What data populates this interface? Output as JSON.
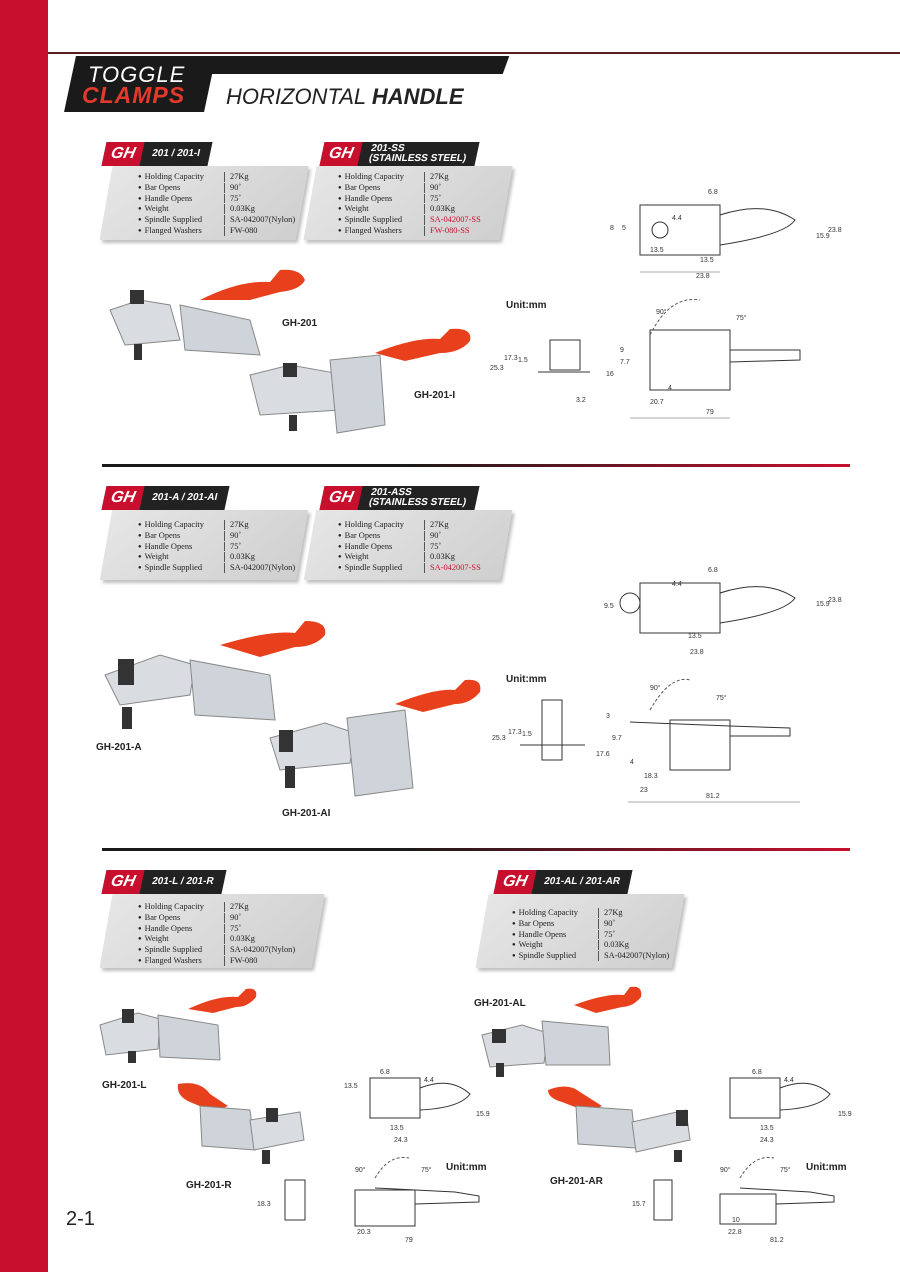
{
  "brand": {
    "line1": "TOGGLE",
    "line2": "CLAMPS"
  },
  "headline": {
    "light": "HORIZONTAL ",
    "bold": "HANDLE"
  },
  "page_number": "2-1",
  "unit_label": "Unit:mm",
  "tag_prefix": "GH",
  "specs_labels": [
    "Holding Capacity",
    "Bar Opens",
    "Handle Opens",
    "Weight",
    "Spindle Supplied",
    "Flanged Washers"
  ],
  "sections": [
    {
      "tags": [
        "201 / 201-I",
        "201-SS\n(STAINLESS STEEL)"
      ],
      "specs_a": [
        "27Kg",
        "90˚",
        "75˚",
        "0.03Kg",
        "SA-042007(Nylon)",
        "FW-080"
      ],
      "specs_b": [
        "27Kg",
        "90˚",
        "75˚",
        "0.03Kg",
        "SA-042007-SS",
        "FW-080-SS"
      ],
      "models": [
        "GH-201",
        "GH-201-I"
      ],
      "dims_top": [
        "6.8",
        "4.4",
        "8",
        "5",
        "13.5",
        "13.5",
        "23.8",
        "15.9",
        "23.8"
      ],
      "dims_side": [
        "25.3",
        "17.3",
        "1.5",
        "3.2",
        "90°",
        "75°",
        "9",
        "7.7",
        "16",
        "4",
        "20.7",
        "79"
      ]
    },
    {
      "tags": [
        "201-A / 201-AI",
        "201-ASS\n(STAINLESS STEEL)"
      ],
      "specs_a": [
        "27Kg",
        "90˚",
        "75˚",
        "0.03Kg",
        "SA-042007(Nylon)"
      ],
      "specs_b": [
        "27Kg",
        "90˚",
        "75˚",
        "0.03Kg",
        "SA-042007-SS"
      ],
      "models": [
        "GH-201-A",
        "GH-201-AI"
      ],
      "dims_top": [
        "6.8",
        "4.4",
        "9.5",
        "13.5",
        "23.8",
        "15.9",
        "23.8"
      ],
      "dims_side": [
        "25.3",
        "17.3",
        "1.5",
        "90°",
        "75°",
        "3",
        "9.7",
        "17.6",
        "4",
        "18.3",
        "23",
        "81.2"
      ]
    },
    {
      "tags": [
        "201-L / 201-R",
        "201-AL / 201-AR"
      ],
      "specs_a": [
        "27Kg",
        "90˚",
        "75˚",
        "0.03Kg",
        "SA-042007(Nylon)",
        "FW-080"
      ],
      "specs_b": [
        "27Kg",
        "90˚",
        "75˚",
        "0.03Kg",
        "SA-042007(Nylon)"
      ],
      "models": [
        "GH-201-L",
        "GH-201-R",
        "GH-201-AL",
        "GH-201-AR"
      ],
      "dims_left": [
        "6.8",
        "13.5",
        "4.4",
        "13.5",
        "24.3",
        "15.9",
        "90°",
        "75°",
        "18.3",
        "20.3",
        "79"
      ],
      "dims_right": [
        "6.8",
        "4.4",
        "13.5",
        "24.3",
        "15.9",
        "90°",
        "75°",
        "15.7",
        "10",
        "22.8",
        "81.2"
      ]
    }
  ],
  "colors": {
    "brand_red": "#c8102e",
    "handle_orange": "#e8401c",
    "dark": "#1a1a1a",
    "steel": "#d9dde2"
  }
}
